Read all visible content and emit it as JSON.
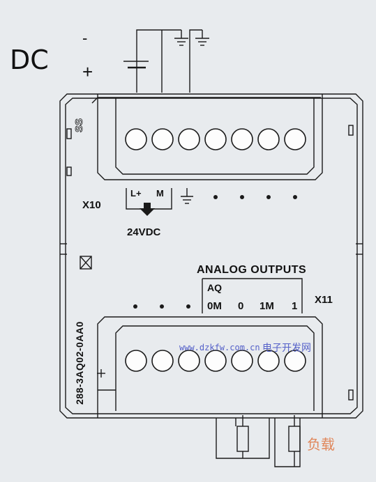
{
  "power": {
    "label": "DC",
    "minus": "-",
    "plus": "+"
  },
  "module": {
    "x10_label": "X10",
    "x11_label": "X11",
    "lplus": "L+",
    "m": "M",
    "voltage": "24VDC",
    "outputs_title": "ANALOG  OUTPUTS",
    "aq": "AQ",
    "pins": {
      "om": "0M",
      "o0": "0",
      "m1": "1M",
      "o1": "1"
    },
    "part_number": "288-3AQ02-0AA0"
  },
  "watermark": {
    "url": "www.dzkfw.com.cn",
    "site": "电子开发网"
  },
  "load_label": "负载",
  "colors": {
    "line": "#1a1a1a",
    "link": "#5561c9",
    "load": "#e0875b"
  }
}
